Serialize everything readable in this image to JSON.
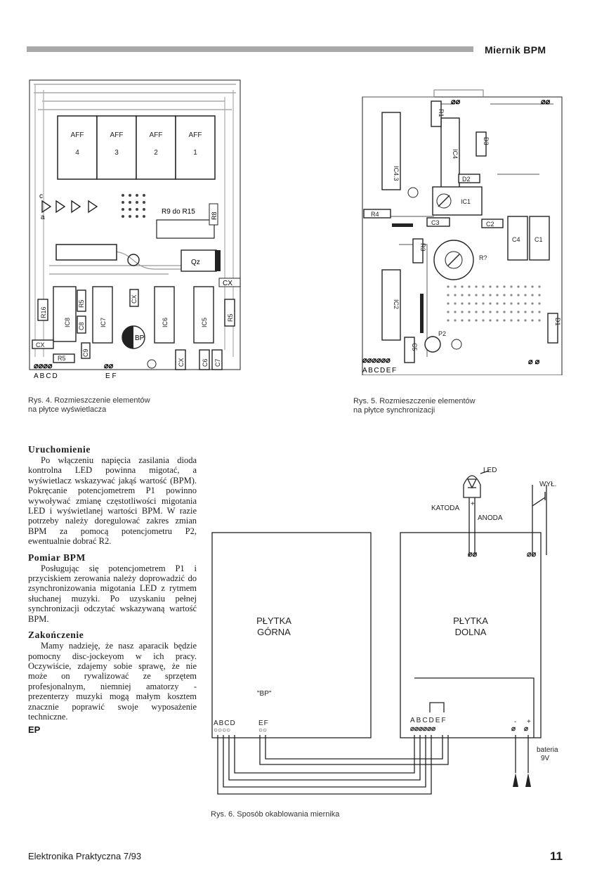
{
  "header": {
    "title": "Miernik BPM"
  },
  "figure4": {
    "caption": "Rys. 4. Rozmieszczenie elementów\nna płytce wyświetlacza",
    "labels": {
      "displays": [
        "AFF",
        "AFF",
        "AFF",
        "AFF"
      ],
      "display_numbers": [
        "4",
        "3",
        "2",
        "1"
      ],
      "resistor_range": "R9 do R15",
      "r8": "R8",
      "qz": "Qz",
      "cx": "CX",
      "r5": "R5",
      "r16": "R16",
      "ic8": "IC8",
      "ic7": "IC7",
      "ic6": "IC6",
      "ic5": "IC5",
      "c8": "C8",
      "c9": "C9",
      "c6": "C6",
      "c7": "C7",
      "bp": "BP",
      "a": "a",
      "c": "c",
      "pins_left": "ABCD",
      "pins_right": "E F"
    }
  },
  "figure5": {
    "caption": "Rys. 5. Rozmieszczenie elementów\nna płytce synchronizacji",
    "labels": {
      "r1": "R1",
      "ic43": "IC4.3",
      "ic4": "IC4",
      "d3": "D3",
      "d2": "D2",
      "ic1": "IC1",
      "r4": "R4",
      "c3": "C3",
      "c2": "C2",
      "c4": "C4",
      "c1": "C1",
      "r3": "R3",
      "r2": "R?",
      "ic2": "IC2",
      "p2": "P2",
      "c5": "C5",
      "d1": "D1",
      "pins": "ABCDEF"
    }
  },
  "article": {
    "sections": [
      {
        "heading": "Uruchomienie",
        "text": "Po włączeniu napięcia zasilania dioda kontrolna LED powinna migotać, a wyświetlacz wskazywać jakąś wartość (BPM). Pokręcanie potencjometrem P1 powinno wywoływać zmianę częstotliwości migotania LED i wyświetlanej wartości BPM. W razie potrzeby należy doregulować zakres zmian BPM za pomocą potencjometru P2, ewentualnie dobrać R2."
      },
      {
        "heading": "Pomiar BPM",
        "text": "Posługując się potencjometrem P1 i przyciskiem zerowania należy doprowadzić do zsynchronizowania migotania LED z rytmem słuchanej muzyki. Po uzyskaniu pełnej synchronizacji odczytać wskazywaną wartość BPM."
      },
      {
        "heading": "Zakończenie",
        "text": "Mamy nadzieję, że nasz aparacik będzie pomocny disc-jockeyom w ich pracy. Oczywiście, zdajemy sobie sprawę, że nie może on rywalizować ze sprzętem profesjonalnym, niemniej amatorzy - prezenterzy muzyki mogą małym kosztem znacznie poprawić swoje wyposażenie techniczne."
      }
    ],
    "signature": "EP"
  },
  "figure6": {
    "caption": "Rys. 6. Sposób okablowania miernika",
    "labels": {
      "led": "LED",
      "katoda": "KATODA",
      "anoda": "ANODA",
      "wyl": "WYŁ.",
      "board_top_line1": "PŁYTKA",
      "board_top_line2": "GÓRNA",
      "board_bottom_line1": "PŁYTKA",
      "board_bottom_line2": "DOLNA",
      "bp": "\"BP\"",
      "pins_top_left": "ABCD",
      "pins_top_right": "EF",
      "pins_bottom": "ABCDEF",
      "minus": "-",
      "plus": "+",
      "battery_line1": "bateria",
      "battery_line2": "9V"
    }
  },
  "footer": {
    "journal": "Elektronika Praktyczna 7/93",
    "page": "11"
  }
}
